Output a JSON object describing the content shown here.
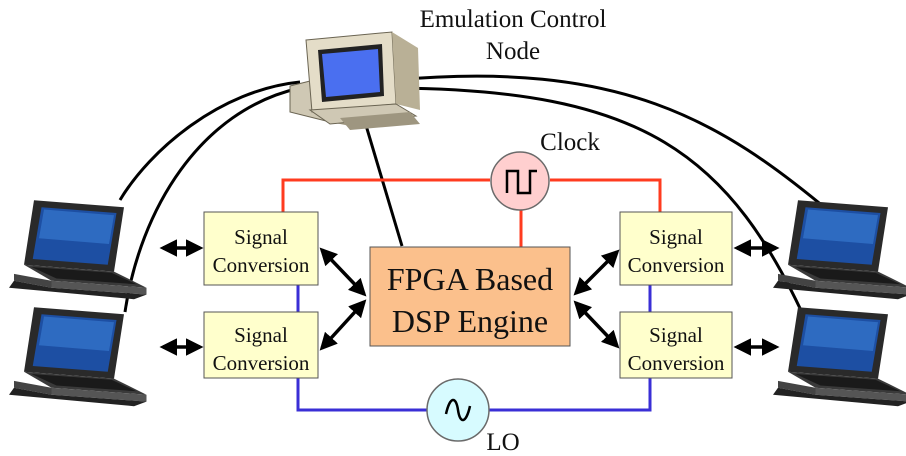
{
  "control_node": {
    "line1": "Emulation Control",
    "line2": "Node"
  },
  "clock": {
    "label": "Clock"
  },
  "lo": {
    "label": "LO"
  },
  "engine": {
    "line1": "FPGA Based",
    "line2": "DSP Engine"
  },
  "conversion_boxes": [
    {
      "line1": "Signal",
      "line2": "Conversion"
    },
    {
      "line1": "Signal",
      "line2": "Conversion"
    },
    {
      "line1": "Signal",
      "line2": "Conversion"
    },
    {
      "line1": "Signal",
      "line2": "Conversion"
    }
  ],
  "colors": {
    "clock_line": "#ff3b1f",
    "lo_line": "#3a2fd6",
    "box_fill": "#ffffcc",
    "engine_fill": "#fbc08c",
    "clock_fill": "#ffcfcf",
    "lo_fill": "#d7fbff",
    "control_wire": "#000000"
  }
}
